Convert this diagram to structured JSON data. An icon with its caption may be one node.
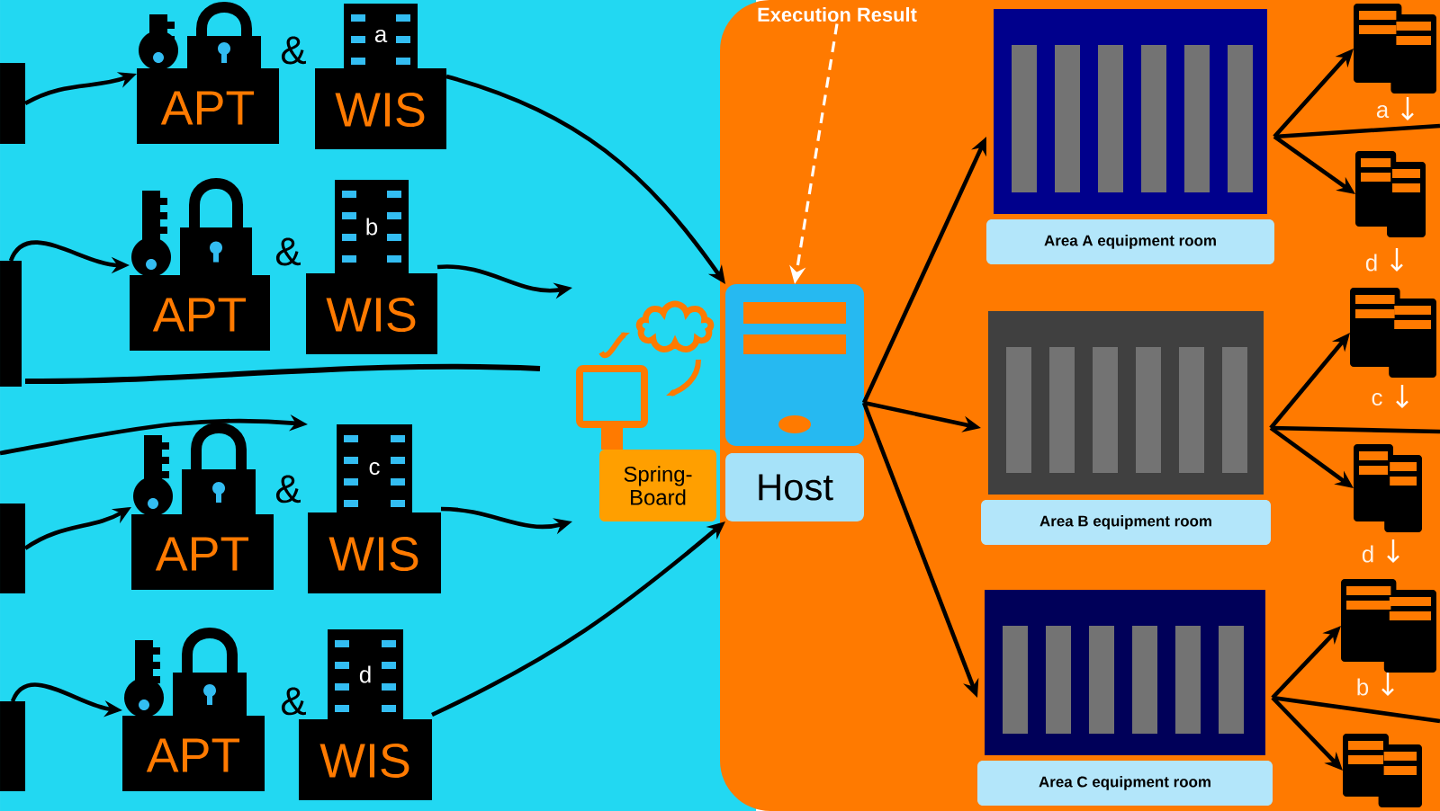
{
  "diagram": {
    "nodes": [
      {
        "text": [],
        "shape": "bar"
      },
      {
        "text": [
          "APT"
        ]
      },
      {
        "text": [
          "a",
          "WIS"
        ]
      },
      {
        "text": [],
        "shape": "bar"
      },
      {
        "text": [
          "APT"
        ]
      },
      {
        "text": [
          "b",
          "WIS"
        ]
      },
      {
        "text": [],
        "shape": "bar"
      },
      {
        "text": [
          "APT"
        ]
      },
      {
        "text": [
          "c",
          "WIS"
        ]
      },
      {
        "text": [],
        "shape": "bar"
      },
      {
        "text": [
          "APT"
        ]
      },
      {
        "text": [
          "d",
          "WIS"
        ]
      },
      {
        "text": [
          "Spring-Board"
        ]
      },
      {
        "text": [
          "Host"
        ]
      },
      {
        "text": [
          "Execution Result"
        ]
      },
      {
        "text": [
          "Area A equipment room"
        ]
      },
      {
        "text": [
          "Area B equipment room"
        ]
      },
      {
        "text": [
          "Area C equipment room"
        ]
      },
      {
        "text": [],
        "shape": "server",
        "beside": [
          "a"
        ]
      },
      {
        "text": [],
        "shape": "server",
        "beside": [
          "d"
        ]
      },
      {
        "text": [],
        "shape": "server",
        "beside": [
          "c"
        ]
      },
      {
        "text": [],
        "shape": "server",
        "beside": [
          "d"
        ]
      },
      {
        "text": [],
        "shape": "server",
        "beside": [
          "b"
        ]
      },
      {
        "text": [],
        "shape": "server"
      }
    ],
    "edges": [
      {
        "from": 0,
        "to": 1,
        "arrow": "to"
      },
      {
        "from": 3,
        "to": 4,
        "arrow": "to"
      },
      {
        "from": 6,
        "to": 7,
        "arrow": "to"
      },
      {
        "from": null,
        "to": 8,
        "arrow": "to"
      },
      {
        "from": 9,
        "to": 10,
        "arrow": "to"
      },
      {
        "from": 2,
        "to": 13,
        "arrow": "to"
      },
      {
        "from": 5,
        "to": 12,
        "arrow": "to"
      },
      {
        "from": 8,
        "to": 12,
        "arrow": "to"
      },
      {
        "from": 11,
        "to": 13,
        "arrow": "to"
      },
      {
        "from": 14,
        "to": 13,
        "arrow": "to",
        "style": "dashed",
        "color": "#ffffff"
      },
      {
        "from": 13,
        "to": 15,
        "arrow": "to"
      },
      {
        "from": 13,
        "to": 16,
        "arrow": "to"
      },
      {
        "from": 13,
        "to": 17,
        "arrow": "to"
      },
      {
        "from": 15,
        "to": 18,
        "arrow": "to"
      },
      {
        "from": 15,
        "to": 19,
        "arrow": "to"
      },
      {
        "from": 15,
        "to": null,
        "arrow": "none"
      },
      {
        "from": 16,
        "to": 20,
        "arrow": "to"
      },
      {
        "from": 16,
        "to": 21,
        "arrow": "to"
      },
      {
        "from": 16,
        "to": null,
        "arrow": "none"
      },
      {
        "from": 17,
        "to": 22,
        "arrow": "to"
      },
      {
        "from": 17,
        "to": 23,
        "arrow": "to"
      },
      {
        "from": 17,
        "to": null,
        "arrow": "none"
      }
    ],
    "labels": [
      "&",
      "&",
      "&",
      "&"
    ]
  }
}
